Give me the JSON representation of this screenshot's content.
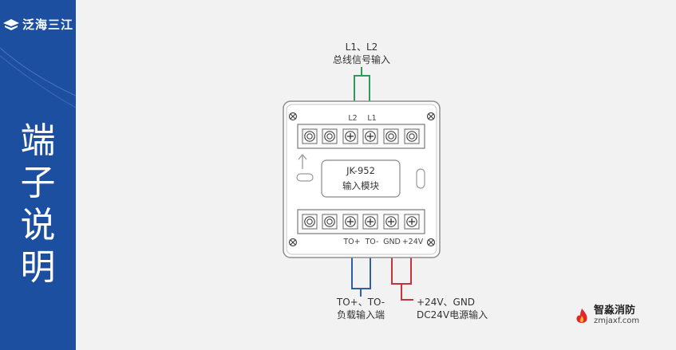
{
  "sidebar": {
    "brand": "泛海三江",
    "title_chars": [
      "端",
      "子",
      "说",
      "明"
    ]
  },
  "diagram": {
    "top_input_line1": "L1、L2",
    "top_input_line2": "总线信号输入",
    "top_terminal_labels": [
      "L2",
      "L1"
    ],
    "device_model": "JK-952",
    "device_name": "输入模块",
    "bottom_terminal_labels": [
      "TO+",
      "TO-",
      "GND",
      "+24V"
    ],
    "left_output_line1": "TO+、TO-",
    "left_output_line2": "负载输入端",
    "right_input_line1": "+24V、GND",
    "right_input_line2": "DC24V电源输入"
  },
  "watermark": {
    "name": "智淼消防",
    "url": "zmjaxf.com"
  },
  "colors": {
    "sidebar": "#1d4fa0",
    "bus_wire": "#2e9a5a",
    "load_wire": "#2f5fa8",
    "power_wire": "#c8323a"
  }
}
